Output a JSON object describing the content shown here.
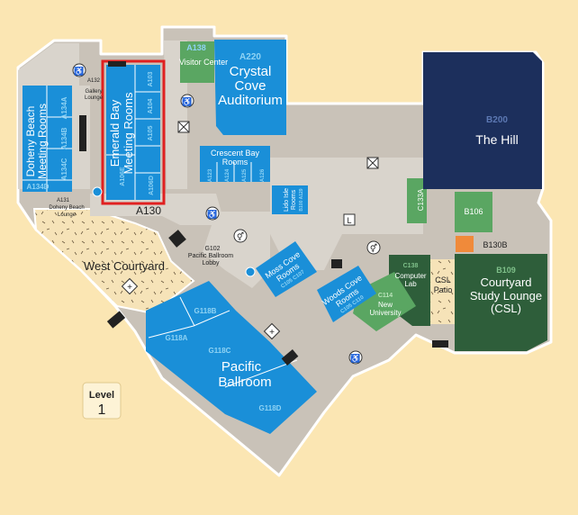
{
  "map": {
    "level_label": "Level",
    "level_number": "1",
    "colors": {
      "background": "#fbe6b3",
      "floor": "#c9c2b8",
      "floor_light": "#d9d4cc",
      "blue": "#1a8fd8",
      "navy": "#1c2f5c",
      "green": "#2e5e3a",
      "green_light": "#5aa662",
      "orange": "#f08a3a",
      "sand": "#f6e3b8",
      "highlight": "#e02020"
    },
    "rooms": {
      "a138": "A138",
      "visitor_center": "Visitor Center",
      "a220": "A220",
      "crystal_cove": [
        "Crystal",
        "Cove",
        "Auditorium"
      ],
      "gallery_lounge": [
        "Gallery",
        "Lounge"
      ],
      "a132": "A132",
      "doheny_beach": [
        "Doheny Beach",
        "Meeting Rooms"
      ],
      "a134a": "A134A",
      "a134b": "A134B",
      "a134c": "A134C",
      "a134d": "A134D",
      "a131": "A131",
      "doheny_beach_lounge": [
        "Doheny Beach",
        "Lounge"
      ],
      "emerald_bay": [
        "Emerald Bay",
        "Meeting Rooms"
      ],
      "a103": "A103",
      "a104": "A104",
      "a105": "A105",
      "a106e": "A106E",
      "a106d": "A106D",
      "a130": "A130",
      "crescent_bay": [
        "Crescent Bay",
        "Rooms"
      ],
      "a123": "A123",
      "a124": "A124",
      "a125": "A125",
      "a126": "A126",
      "lido_isle": [
        "Lido Isle",
        "Rooms"
      ],
      "lido_sub": "B100 A129",
      "c133a": "C133A",
      "b200": "B200",
      "the_hill": "The Hill",
      "b106": "B106",
      "b130b": "B130B",
      "b109": "B109",
      "courtyard_study": [
        "Courtyard",
        "Study Lounge",
        "(CSL)"
      ],
      "csl_patio": [
        "CSL",
        "Patio"
      ],
      "c138": "C138",
      "computer_lab": [
        "Computer",
        "Lab"
      ],
      "c114": "C114",
      "new_university": [
        "New",
        "University"
      ],
      "woods_cove": [
        "Woods Cove",
        "Rooms"
      ],
      "woods_sub": "C105 C110",
      "moss_cove": [
        "Moss Cove",
        "Rooms"
      ],
      "moss_sub": "C105 C107",
      "g102": "G102",
      "pacific_lobby": [
        "Pacific Ballroom",
        "Lobby"
      ],
      "west_courtyard": "West Courtyard",
      "g118a": "G118A",
      "g118b": "G118B",
      "g118c": "G118C",
      "g118d": "G118D",
      "pacific_ballroom": [
        "Pacific",
        "Ballroom"
      ]
    }
  }
}
